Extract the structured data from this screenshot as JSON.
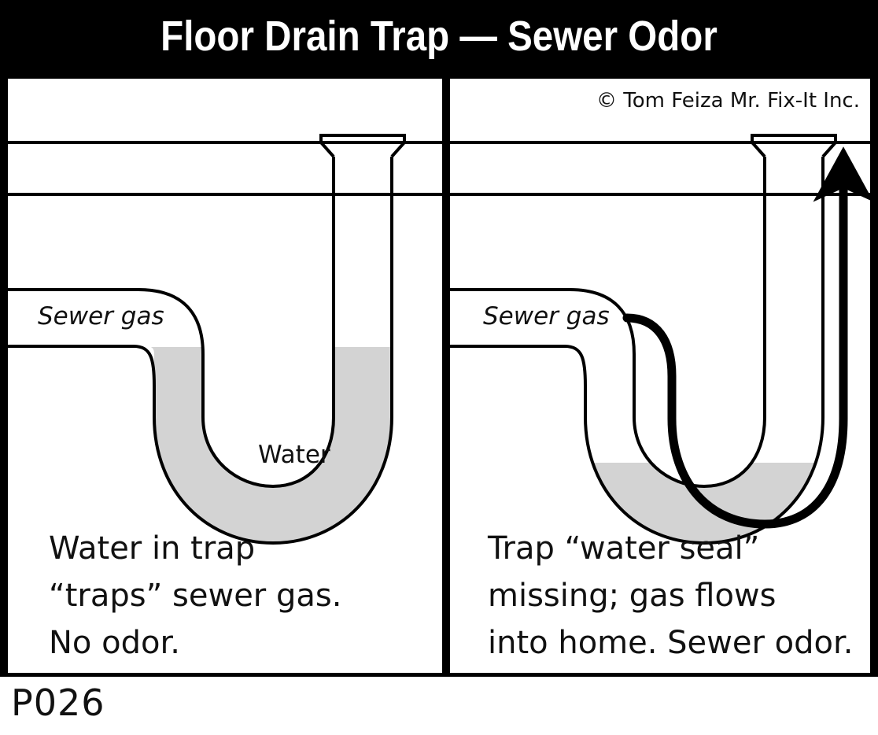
{
  "header": {
    "title": "Floor Drain Trap — Sewer Odor"
  },
  "credit": {
    "text": "© Tom Feiza Mr. Fix-It Inc."
  },
  "footer": {
    "code": "P026"
  },
  "colors": {
    "background": "#ffffff",
    "frame": "#000000",
    "title_text": "#ffffff",
    "ink": "#000000",
    "water_fill": "#d3d3d3",
    "arrow": "#000000"
  },
  "panels": [
    {
      "id": "good-trap",
      "labels": {
        "sewer_gas": "Sewer gas",
        "water": "Water"
      },
      "caption_lines": [
        "Water in trap",
        "“traps” sewer gas.",
        "No odor."
      ],
      "state": {
        "water_seal": "full",
        "odor": "none",
        "gas_flow": false
      }
    },
    {
      "id": "dry-trap",
      "labels": {
        "sewer_gas": "Sewer gas"
      },
      "caption_lines": [
        "Trap “water seal”",
        "missing; gas flows",
        "into home. Sewer odor."
      ],
      "state": {
        "water_seal": "missing",
        "odor": "sewer odor",
        "gas_flow": true
      }
    }
  ]
}
